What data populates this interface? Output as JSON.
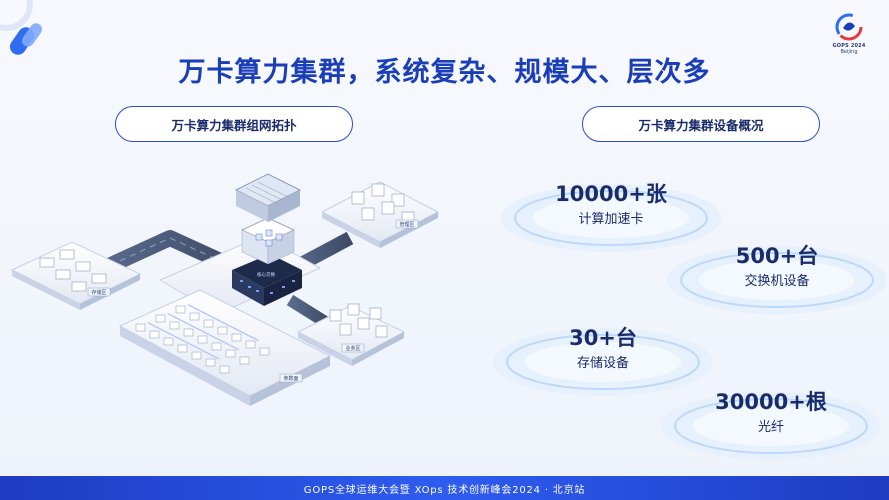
{
  "title": "万卡算力集群，系统复杂、规模大、层次多",
  "sections": {
    "topology_label": "万卡算力集群组网拓扑",
    "overview_label": "万卡算力集群设备概况"
  },
  "logo": {
    "line1": "GOPS 2024",
    "line2": "Beijing"
  },
  "stats": [
    {
      "value": "10000+张",
      "label": "计算加速卡"
    },
    {
      "value": "500+台",
      "label": "交换机设备"
    },
    {
      "value": "30+台",
      "label": "存储设备"
    },
    {
      "value": "30000+根",
      "label": "光纤"
    }
  ],
  "diagram_labels": {
    "storage_zone": "存储区",
    "management_zone": "管理区",
    "business_zone": "业务区",
    "compute_zone": "参数面",
    "core_zone": "核心交换"
  },
  "colors": {
    "accent": "#1a3db8",
    "footer": "#2f5cf0"
  },
  "footer": "GOPS全球运维大会暨 XOps 技术创新峰会2024 · 北京站"
}
